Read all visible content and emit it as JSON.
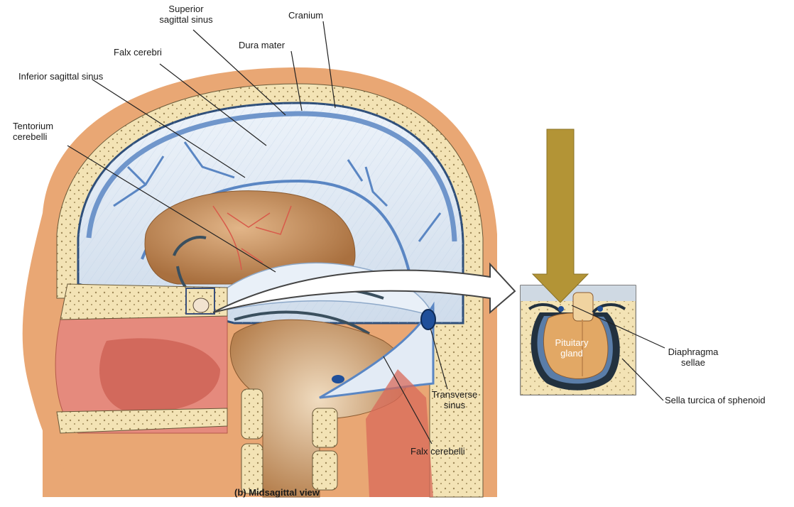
{
  "labels": {
    "superior_sagittal_sinus": [
      "Superior",
      "sagittal sinus"
    ],
    "cranium": "Cranium",
    "dura_mater": "Dura mater",
    "falx_cerebri": "Falx cerebri",
    "inferior_sagittal_sinus": "Inferior sagittal sinus",
    "tentorium_cerebelli": [
      "Tentorium",
      "cerebelli"
    ],
    "transverse_sinus": [
      "Transverse",
      "sinus"
    ],
    "falx_cerebelli": "Falx cerebelli",
    "pituitary_gland": [
      "Pituitary",
      "gland"
    ],
    "diaphragma_sellae": [
      "Diaphragma",
      "sellae"
    ],
    "sella_turcica": "Sella turcica of sphenoid"
  },
  "caption": "(b) Midsagittal view",
  "colors": {
    "skin": "#e9a774",
    "bone": "#f3e3b5",
    "dura_blue": "#5a86c3",
    "dura_light": "#dde8f3",
    "brain": "#c9905a",
    "nasal": "#e58a7d",
    "arrow_gold": "#b39436",
    "leader": "#222222"
  }
}
